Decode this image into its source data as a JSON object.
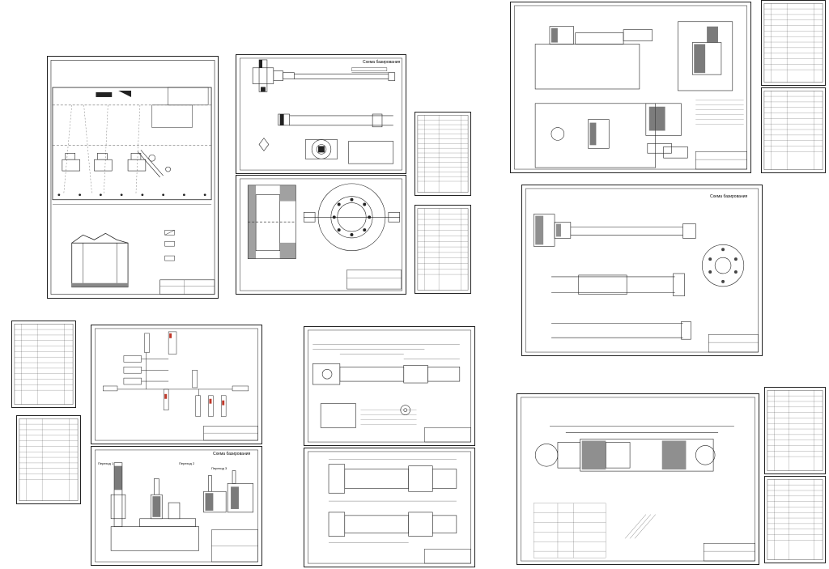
{
  "sheets": {
    "shaft_upper": {
      "label": "Схема базирования"
    },
    "fixture_lower": {
      "label": "Схема базирования",
      "sublabels": [
        "Переход 1",
        "Переход 2",
        "Переход 3"
      ]
    },
    "drive_center": {
      "label": "Схема базирования"
    }
  },
  "colors": {
    "line": "#222222",
    "accent": "#c0392b",
    "paper": "#ffffff"
  }
}
